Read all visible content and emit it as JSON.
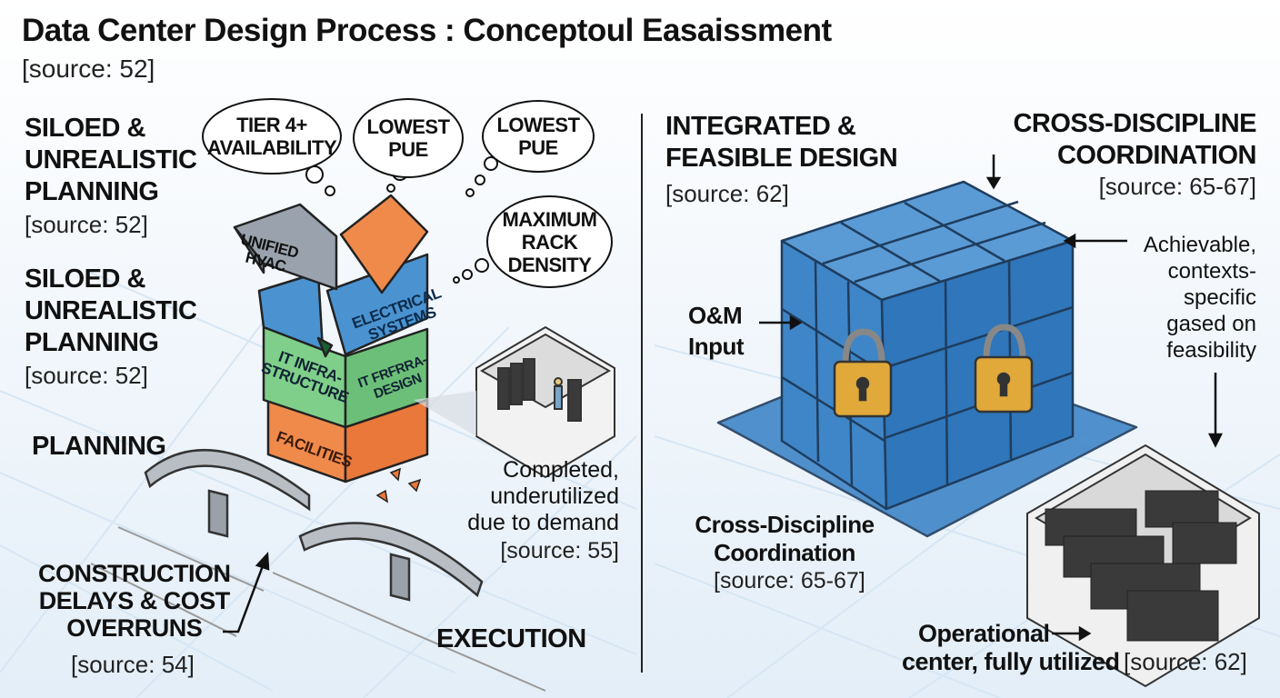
{
  "title": "Data Center Design Process : Conceptoul Easaissment",
  "title_source": "[source: 52]",
  "left": {
    "heading1": "SILOED &\nUNREALISTIC\nPLANNING",
    "heading1_source": "[source: 52]",
    "heading2": "SILOED &\nUNREALISTIC\nPLANNING",
    "heading2_source": "[source: 52]",
    "planning": "PLANNING",
    "construction": "CONSTRUCTION\nDELAYS & COST\nOVERRUNS",
    "construction_source": "[source: 54]",
    "execution": "EXECUTION",
    "completed": "Completed,\nunderutilized\ndue to demand",
    "completed_source": "[source: 55]",
    "bubbles": [
      "TIER 4+\nAVAILABILITY",
      "LOWEST\nPUE",
      "LOWEST\nPUE",
      "MAXIMUM\nRACK\nDENSITY"
    ],
    "blocks": [
      "UNIFIED\nHVAC",
      "ELECTRICAL\nSYSTEMS",
      "IT INFRA-\nSTRUCTURE",
      "IT FRFRRA-\nDESIGN",
      "FACILITIES"
    ],
    "colors": {
      "gray": "#9aa3ad",
      "orange": "#f08a4b",
      "blue": "#4a93d0",
      "green": "#7fcf8a"
    }
  },
  "right": {
    "heading": "INTEGRATED &\nFEASIBLE DESIGN",
    "heading_source": "[source: 62]",
    "cross_top": "CROSS-DISCIPLINE\nCOORDINATION",
    "cross_top_source": "[source: 65-67]",
    "achievable": "Achievable,\ncontexts-\nspecific\ngased on\nfeasibility",
    "om_input": "O&M\nInput",
    "cross_bottom": "Cross-Discipline\nCoordination",
    "cross_bottom_source": "[source: 65-67]",
    "operational": "Operational",
    "operational_line2": "center, fully utilized",
    "operational_source": "[source: 62]",
    "colors": {
      "cube": "#3f86c8",
      "cube_dark": "#2b6aa8",
      "lock": "#e0a93a"
    }
  }
}
